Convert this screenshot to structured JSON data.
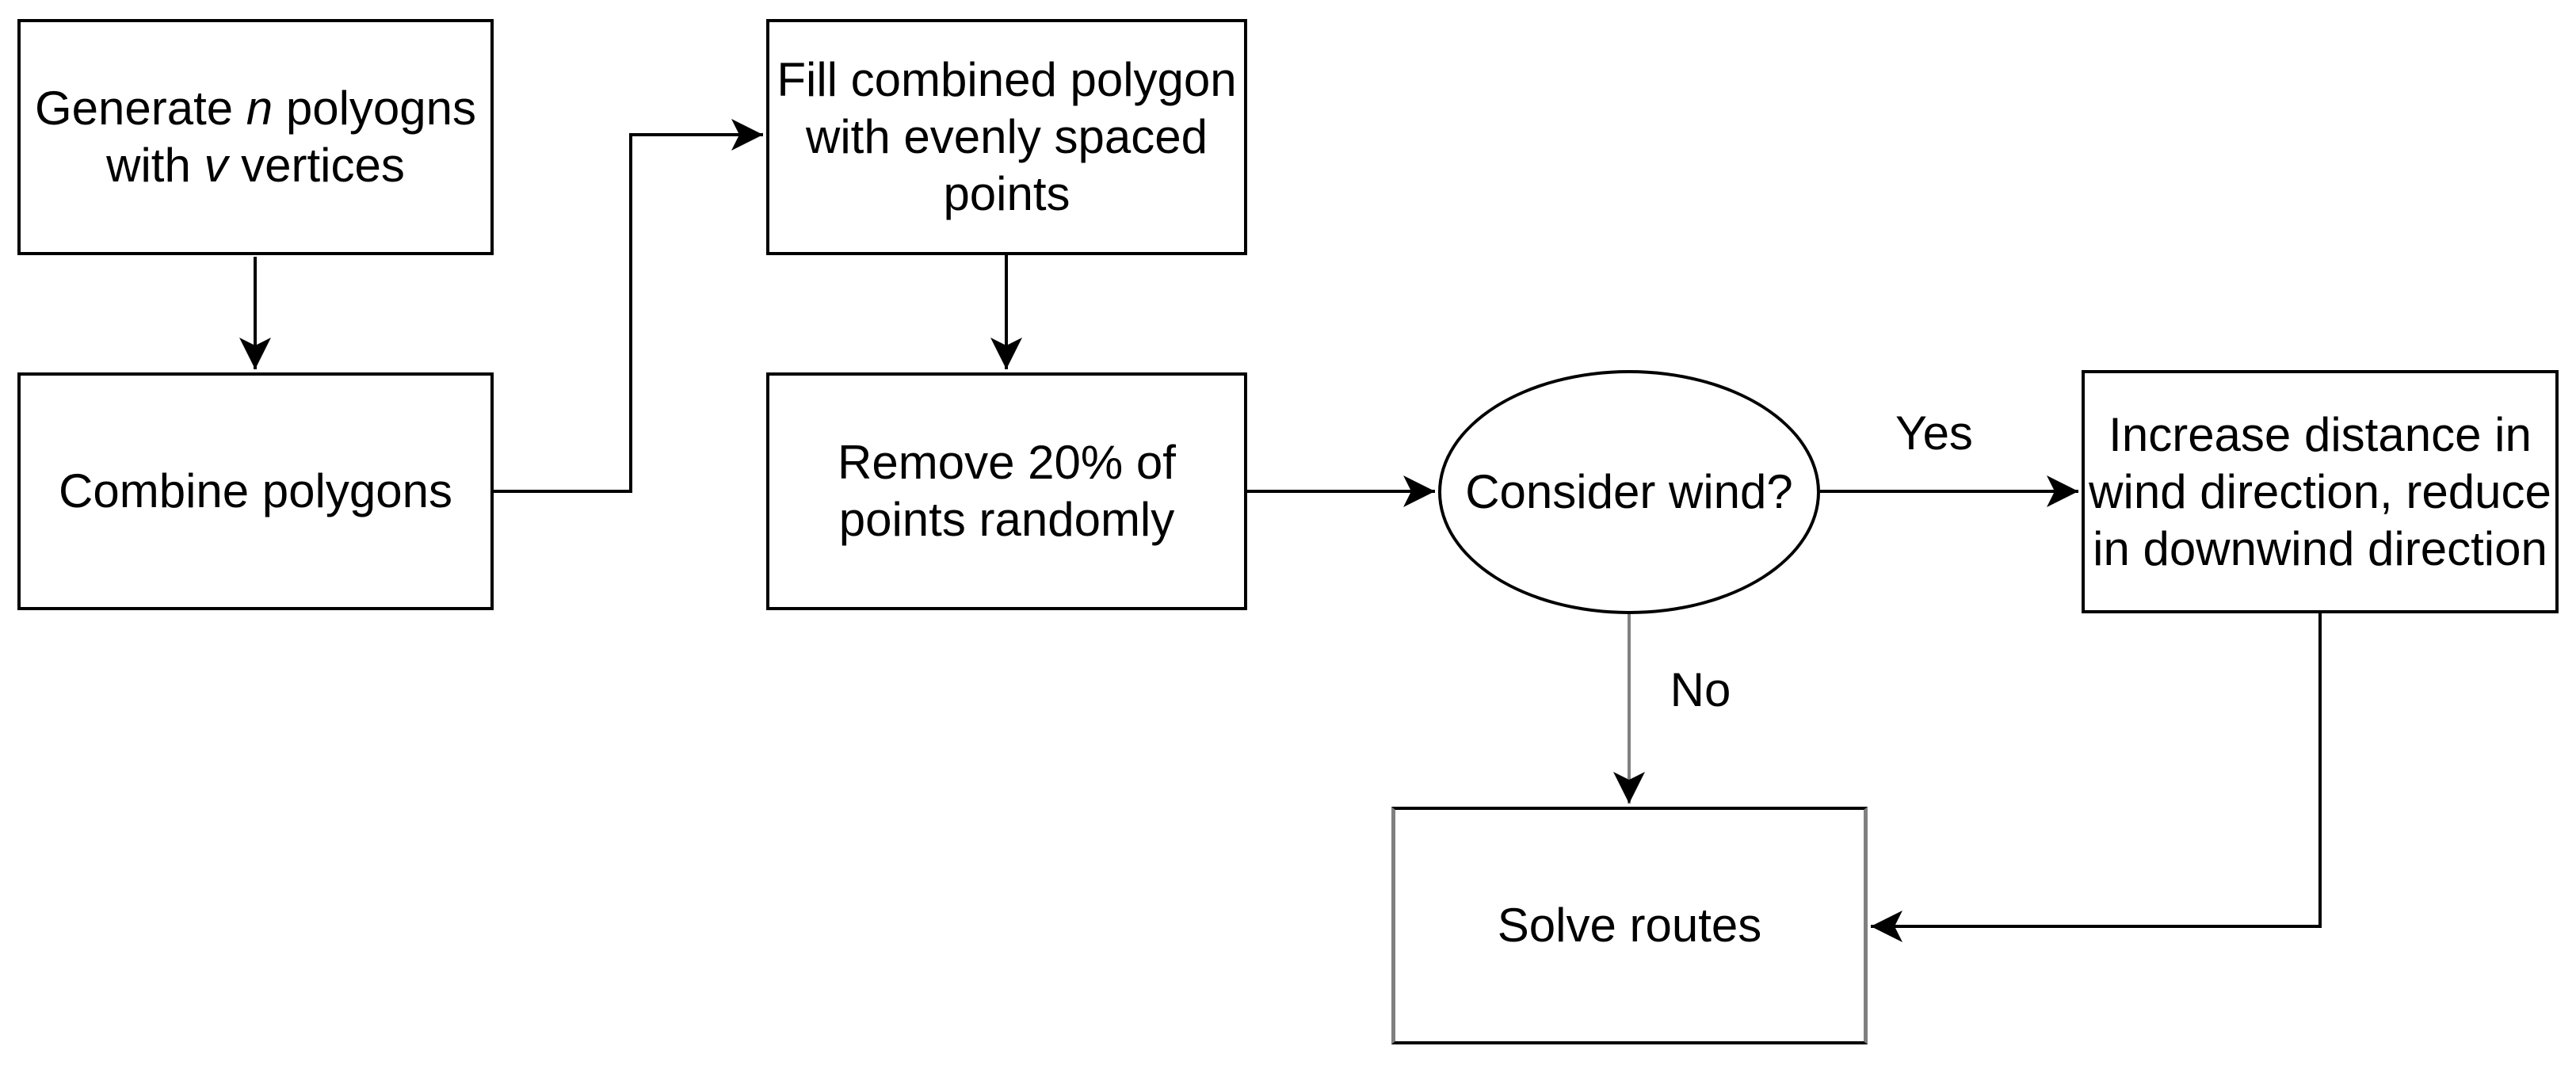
{
  "nodes": {
    "generate": {
      "line1": {
        "pre": "Generate ",
        "var": "n",
        "post": " polyogns"
      },
      "line2": {
        "pre": "with ",
        "var": "v",
        "post": " vertices"
      }
    },
    "combine": {
      "lines": [
        "Combine polygons"
      ]
    },
    "fill": {
      "lines": [
        "Fill combined polygon",
        "with evenly spaced",
        "points"
      ]
    },
    "remove": {
      "lines": [
        "Remove 20% of",
        "points randomly"
      ]
    },
    "decision": {
      "lines": [
        "Consider wind?"
      ]
    },
    "increase": {
      "lines": [
        "Increase distance in",
        "wind direction, reduce",
        "in downwind direction"
      ]
    },
    "solve": {
      "lines": [
        "Solve routes"
      ]
    }
  },
  "edge_labels": {
    "yes": "Yes",
    "no": "No"
  },
  "colors": {
    "stroke": "#000000",
    "gray_stroke": "#808080",
    "text": "#000000",
    "node_fill": "#ffffff",
    "background": "#ffffff"
  }
}
